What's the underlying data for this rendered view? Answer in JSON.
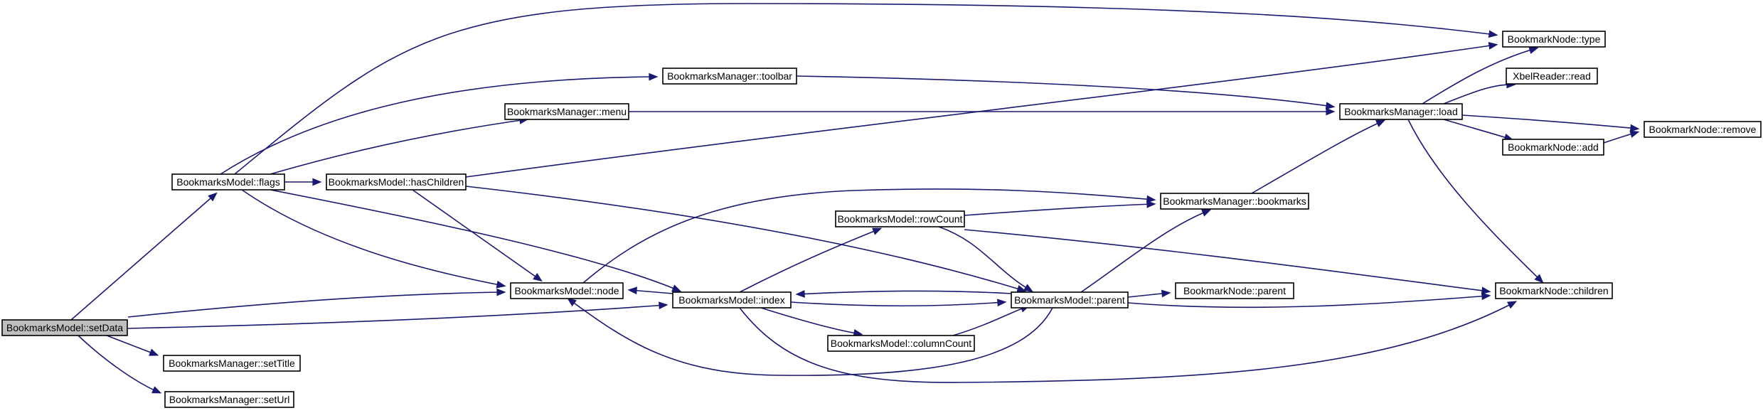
{
  "diagram": {
    "nodes": [
      {
        "id": "setData",
        "label": "BookmarksModel::setData",
        "highlighted": true
      },
      {
        "id": "flags",
        "label": "BookmarksModel::flags"
      },
      {
        "id": "setTitle",
        "label": "BookmarksManager::setTitle"
      },
      {
        "id": "setUrl",
        "label": "BookmarksManager::setUrl"
      },
      {
        "id": "menu",
        "label": "BookmarksManager::menu"
      },
      {
        "id": "hasChildren",
        "label": "BookmarksModel::hasChildren"
      },
      {
        "id": "toolbar",
        "label": "BookmarksManager::toolbar"
      },
      {
        "id": "node",
        "label": "BookmarksModel::node"
      },
      {
        "id": "index",
        "label": "BookmarksModel::index"
      },
      {
        "id": "rowCount",
        "label": "BookmarksModel::rowCount"
      },
      {
        "id": "columnCount",
        "label": "BookmarksModel::columnCount"
      },
      {
        "id": "bookmarks",
        "label": "BookmarksManager::bookmarks"
      },
      {
        "id": "parentModel",
        "label": "BookmarksModel::parent"
      },
      {
        "id": "nodeParent",
        "label": "BookmarkNode::parent"
      },
      {
        "id": "load",
        "label": "BookmarksManager::load"
      },
      {
        "id": "xbelRead",
        "label": "XbelReader::read"
      },
      {
        "id": "add",
        "label": "BookmarkNode::add"
      },
      {
        "id": "type",
        "label": "BookmarkNode::type"
      },
      {
        "id": "children",
        "label": "BookmarkNode::children"
      },
      {
        "id": "remove",
        "label": "BookmarkNode::remove"
      }
    ],
    "edges": [
      {
        "from": "setData",
        "to": "flags"
      },
      {
        "from": "setData",
        "to": "node"
      },
      {
        "from": "setData",
        "to": "index"
      },
      {
        "from": "setData",
        "to": "setTitle"
      },
      {
        "from": "setData",
        "to": "setUrl"
      },
      {
        "from": "flags",
        "to": "type"
      },
      {
        "from": "flags",
        "to": "toolbar"
      },
      {
        "from": "flags",
        "to": "menu"
      },
      {
        "from": "flags",
        "to": "hasChildren"
      },
      {
        "from": "flags",
        "to": "node"
      },
      {
        "from": "flags",
        "to": "index"
      },
      {
        "from": "hasChildren",
        "to": "type"
      },
      {
        "from": "hasChildren",
        "to": "node"
      },
      {
        "from": "hasChildren",
        "to": "parentModel"
      },
      {
        "from": "menu",
        "to": "load"
      },
      {
        "from": "toolbar",
        "to": "load"
      },
      {
        "from": "node",
        "to": "bookmarks"
      },
      {
        "from": "index",
        "to": "node"
      },
      {
        "from": "index",
        "to": "rowCount"
      },
      {
        "from": "index",
        "to": "parentModel"
      },
      {
        "from": "index",
        "to": "columnCount"
      },
      {
        "from": "index",
        "to": "children"
      },
      {
        "from": "rowCount",
        "to": "bookmarks"
      },
      {
        "from": "rowCount",
        "to": "parentModel"
      },
      {
        "from": "rowCount",
        "to": "children"
      },
      {
        "from": "columnCount",
        "to": "parentModel"
      },
      {
        "from": "parentModel",
        "to": "index"
      },
      {
        "from": "parentModel",
        "to": "node"
      },
      {
        "from": "parentModel",
        "to": "bookmarks"
      },
      {
        "from": "parentModel",
        "to": "nodeParent"
      },
      {
        "from": "parentModel",
        "to": "children"
      },
      {
        "from": "bookmarks",
        "to": "load"
      },
      {
        "from": "load",
        "to": "type"
      },
      {
        "from": "load",
        "to": "xbelRead"
      },
      {
        "from": "load",
        "to": "remove"
      },
      {
        "from": "load",
        "to": "add"
      },
      {
        "from": "load",
        "to": "children"
      },
      {
        "from": "add",
        "to": "remove"
      }
    ]
  },
  "colors": {
    "edge": "#191970",
    "node_fill": "#ffffff",
    "node_highlight_fill": "#bfbfbf",
    "node_stroke": "#000000"
  }
}
